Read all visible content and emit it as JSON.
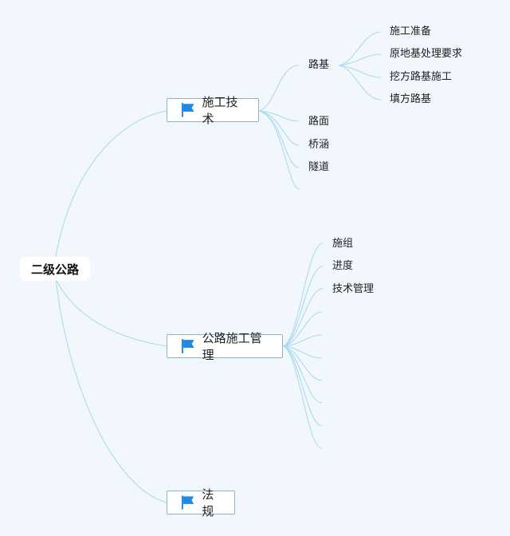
{
  "root": {
    "label": "二级公路"
  },
  "branches": [
    {
      "label": "施工技术",
      "children": [
        {
          "label": "路基",
          "children": [
            "施工准备",
            "原地基处理要求",
            "挖方路基施工",
            "填方路基"
          ]
        },
        {
          "label": "路面"
        },
        {
          "label": "桥涵"
        },
        {
          "label": "隧道"
        }
      ]
    },
    {
      "label": "公路施工管理",
      "children": [
        {
          "label": "施组"
        },
        {
          "label": "进度"
        },
        {
          "label": "技术管理"
        }
      ]
    },
    {
      "label": "法规"
    }
  ],
  "colors": {
    "link": "#a9dcef",
    "flag": "#1e88e5",
    "background": "#f1f7fc"
  }
}
